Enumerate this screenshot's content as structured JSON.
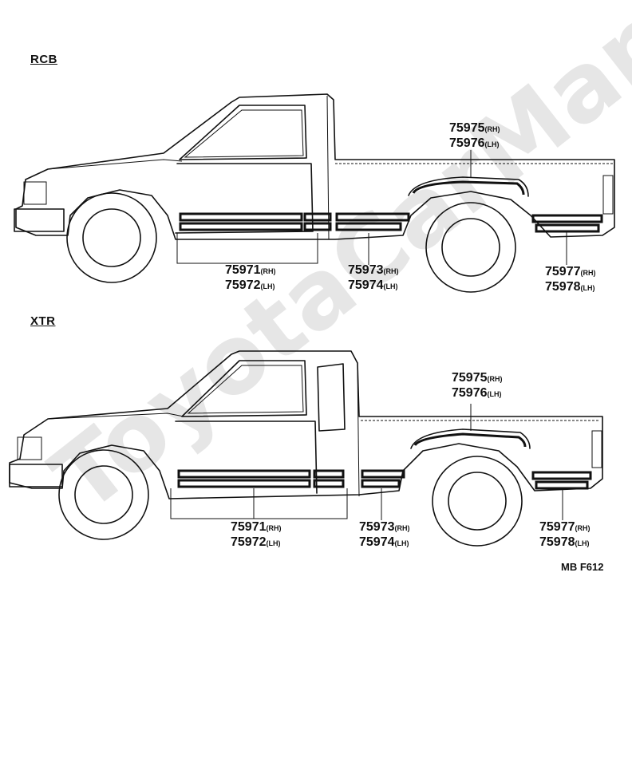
{
  "sections": [
    {
      "name": "RCB",
      "labels": [
        {
          "part_rh": "75975",
          "side_rh": "(RH)",
          "part_lh": "75976",
          "side_lh": "(LH)"
        },
        {
          "part_rh": "75971",
          "side_rh": "(RH)",
          "part_lh": "75972",
          "side_lh": "(LH)"
        },
        {
          "part_rh": "75973",
          "side_rh": "(RH)",
          "part_lh": "75974",
          "side_lh": "(LH)"
        },
        {
          "part_rh": "75977",
          "side_rh": "(RH)",
          "part_lh": "75978",
          "side_lh": "(LH)"
        }
      ]
    },
    {
      "name": "XTR",
      "labels": [
        {
          "part_rh": "75975",
          "side_rh": "(RH)",
          "part_lh": "75976",
          "side_lh": "(LH)"
        },
        {
          "part_rh": "75971",
          "side_rh": "(RH)",
          "part_lh": "75972",
          "side_lh": "(LH)"
        },
        {
          "part_rh": "75973",
          "side_rh": "(RH)",
          "part_lh": "75974",
          "side_lh": "(LH)"
        },
        {
          "part_rh": "75977",
          "side_rh": "(RH)",
          "part_lh": "75978",
          "side_lh": "(LH)"
        }
      ]
    }
  ],
  "figure_code": "MB F612",
  "watermark": "ToyotaCarManual.ru"
}
